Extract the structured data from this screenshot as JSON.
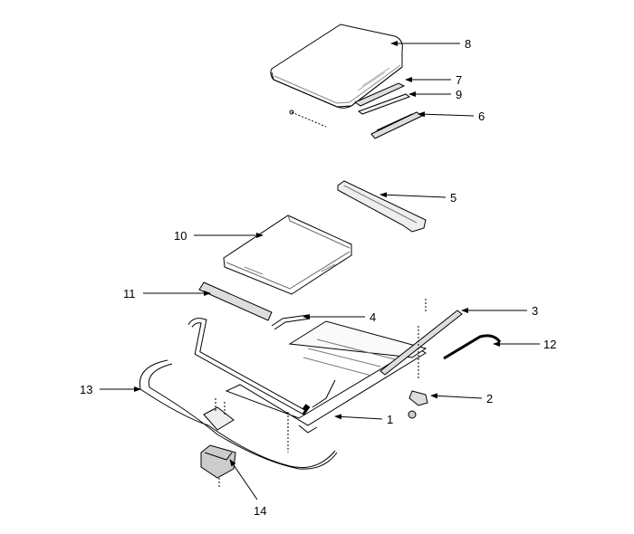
{
  "diagram": {
    "title": "Sunroof assembly exploded view",
    "callouts": [
      {
        "id": "8",
        "text": "8"
      },
      {
        "id": "7",
        "text": "7"
      },
      {
        "id": "9",
        "text": "9"
      },
      {
        "id": "6",
        "text": "6"
      },
      {
        "id": "5",
        "text": "5"
      },
      {
        "id": "10",
        "text": "10"
      },
      {
        "id": "11",
        "text": "11"
      },
      {
        "id": "4",
        "text": "4"
      },
      {
        "id": "3",
        "text": "3"
      },
      {
        "id": "12",
        "text": "12"
      },
      {
        "id": "13",
        "text": "13"
      },
      {
        "id": "2",
        "text": "2"
      },
      {
        "id": "1",
        "text": "1"
      },
      {
        "id": "14",
        "text": "14"
      }
    ],
    "colors": {
      "line": "#000000",
      "fill": "#ffffff",
      "shade": "#d8d8d8"
    }
  }
}
